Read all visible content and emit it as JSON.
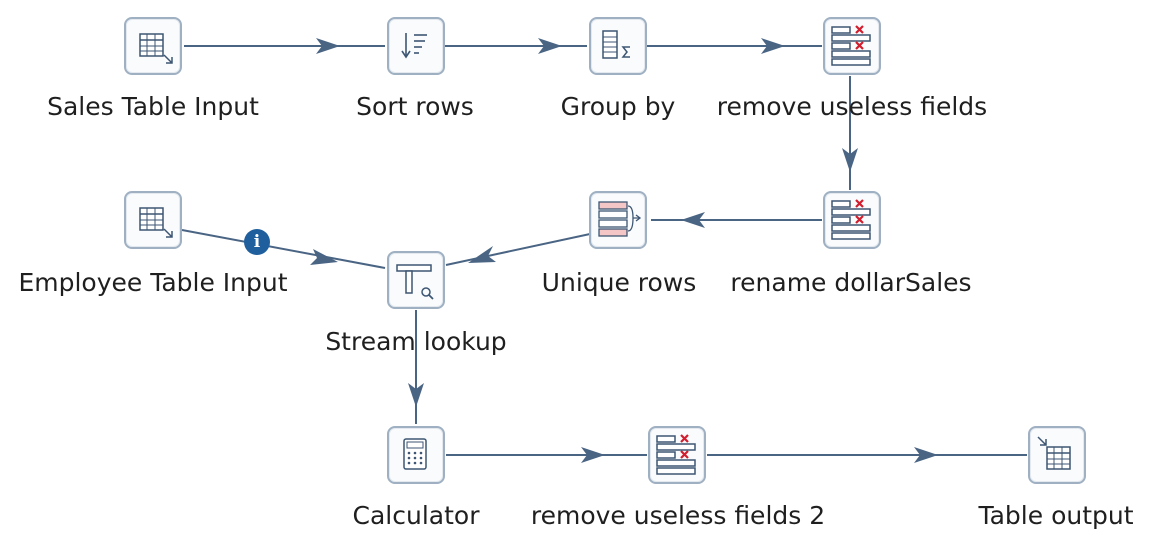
{
  "steps": {
    "sales_table_input": {
      "label": "Sales Table Input",
      "icon": "table-input-icon"
    },
    "sort_rows": {
      "label": "Sort rows",
      "icon": "sort-rows-icon"
    },
    "group_by": {
      "label": "Group by",
      "icon": "group-by-icon"
    },
    "remove_useless_fields": {
      "label": "remove useless fields",
      "icon": "select-values-icon"
    },
    "rename_dollarsales": {
      "label": "rename dollarSales",
      "icon": "select-values-icon"
    },
    "unique_rows": {
      "label": "Unique rows",
      "icon": "unique-rows-icon"
    },
    "employee_table_input": {
      "label": "Employee Table Input",
      "icon": "table-input-icon"
    },
    "stream_lookup": {
      "label": "Stream lookup",
      "icon": "stream-lookup-icon"
    },
    "calculator": {
      "label": "Calculator",
      "icon": "calculator-icon"
    },
    "remove_useless_fields_2": {
      "label": "remove useless fields 2",
      "icon": "select-values-icon"
    },
    "table_output": {
      "label": "Table output",
      "icon": "table-output-icon"
    }
  },
  "hops": [
    {
      "from": "sales_table_input",
      "to": "sort_rows"
    },
    {
      "from": "sort_rows",
      "to": "group_by"
    },
    {
      "from": "group_by",
      "to": "remove_useless_fields"
    },
    {
      "from": "remove_useless_fields",
      "to": "rename_dollarsales"
    },
    {
      "from": "rename_dollarsales",
      "to": "unique_rows"
    },
    {
      "from": "unique_rows",
      "to": "stream_lookup"
    },
    {
      "from": "employee_table_input",
      "to": "stream_lookup",
      "badge": "info-icon"
    },
    {
      "from": "stream_lookup",
      "to": "calculator"
    },
    {
      "from": "calculator",
      "to": "remove_useless_fields_2"
    },
    {
      "from": "remove_useless_fields_2",
      "to": "table_output"
    }
  ],
  "colors": {
    "hop_line": "#4a6584",
    "step_border": "#9fb0c3",
    "icon_line": "#3d5673",
    "delete_mark": "#d21e2e",
    "info_badge": "#1f5f9e"
  },
  "info_badge_glyph": "i"
}
